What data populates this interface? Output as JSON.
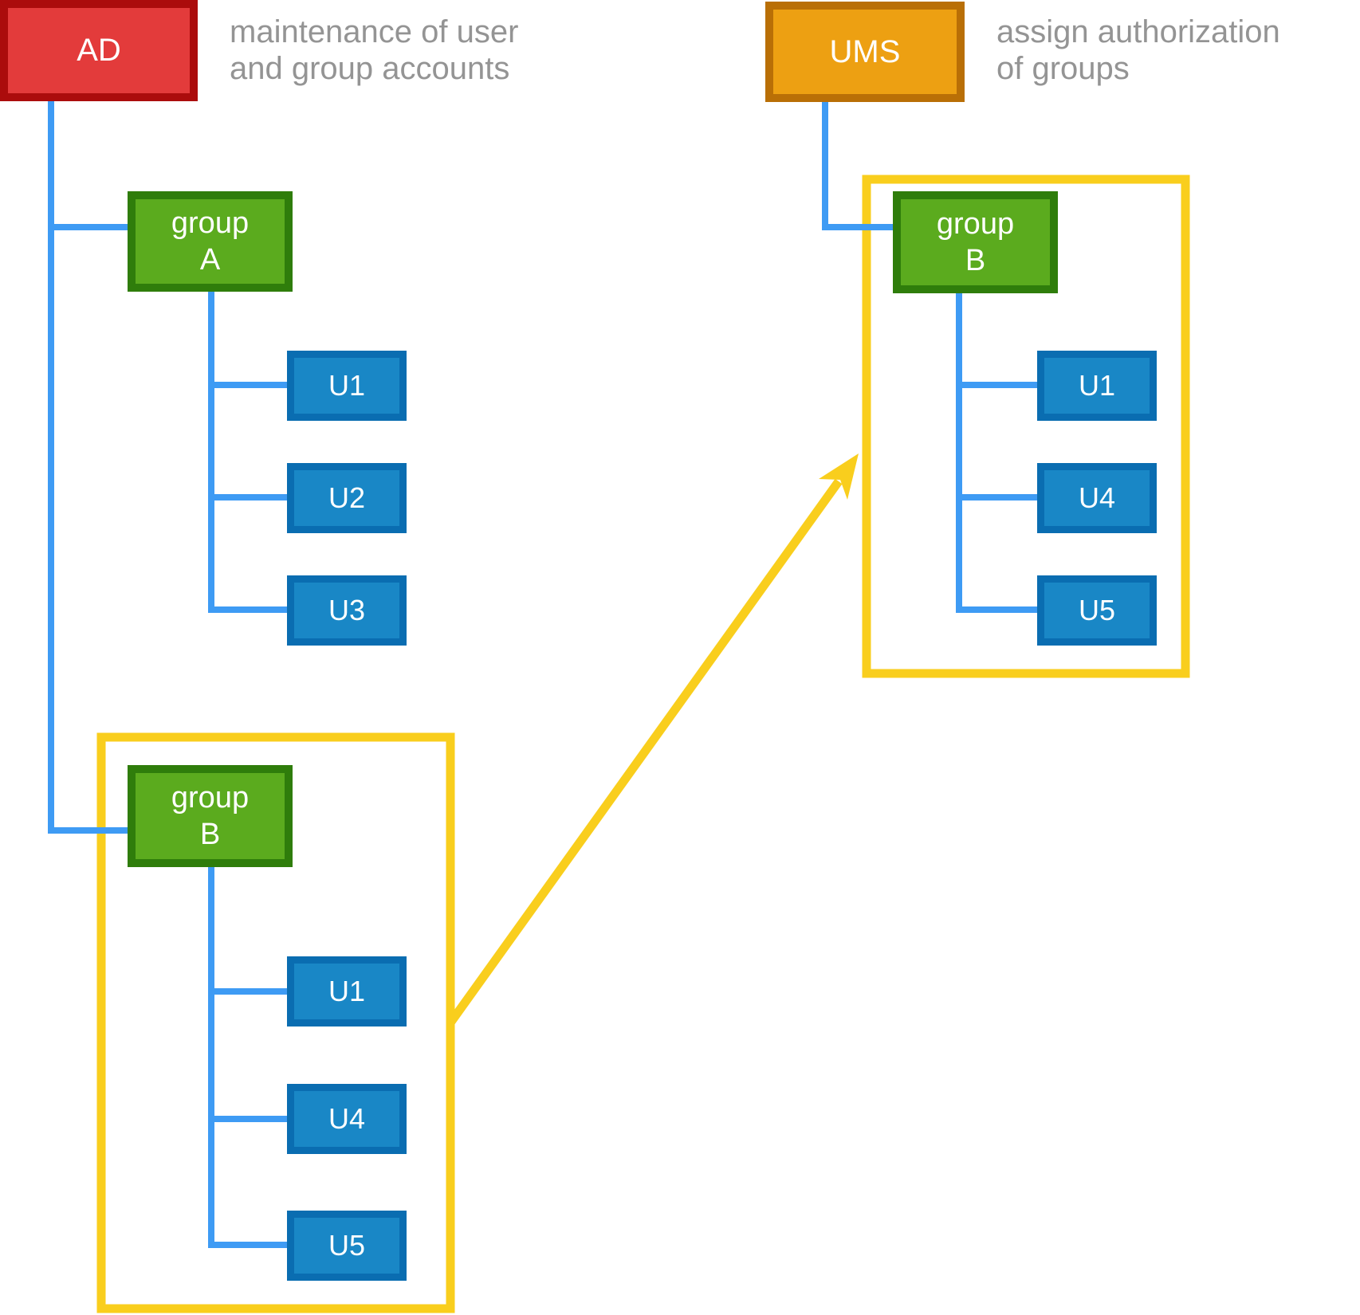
{
  "nodes": {
    "ad": "AD",
    "ums": "UMS",
    "group_a": "group A",
    "group_b_source": "group B",
    "group_b_synced": "group B",
    "groupa_u1": "U1",
    "groupa_u2": "U2",
    "groupa_u3": "U3",
    "groupb_u1": "U1",
    "groupb_u4": "U4",
    "groupb_u5": "U5",
    "synced_u1": "U1",
    "synced_u4": "U4",
    "synced_u5": "U5"
  },
  "annotations": {
    "ad": {
      "line1": "maintenance of user",
      "line2": "and group accounts"
    },
    "ums": {
      "line1": "assign authorization",
      "line2": "of groups"
    }
  },
  "colors": {
    "red_fill": "#E33B3B",
    "red_border": "#AB0C0C",
    "orange_fill": "#EDA012",
    "orange_border": "#B96F06",
    "green_fill": "#5BAB1E",
    "green_border": "#2F7D0B",
    "user_fill": "#1987C6",
    "user_border": "#0A6DB1",
    "connector": "#3E9BF4",
    "highlight": "#F9CE1D",
    "annotation_text": "#949494",
    "node_text": "#FFFFFF"
  }
}
